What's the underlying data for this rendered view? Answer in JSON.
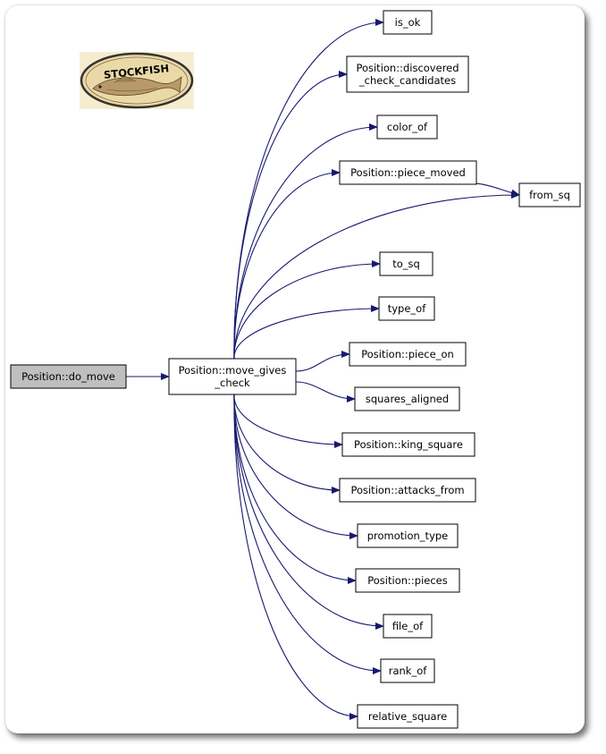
{
  "logo": {
    "text": "STOCKFISH",
    "icon": "stockfish-fish-logo",
    "colors": {
      "text": "#2a2a2a",
      "fish": "#b89a6a",
      "background": "#ead9a8",
      "ellipse": "#333333"
    }
  },
  "diagram": {
    "type": "call-graph",
    "edge_color": "#191970",
    "root_fill": "#bfbfbf",
    "nodes": [
      {
        "id": "do_move",
        "lines": [
          "Position::do_move"
        ],
        "root": true
      },
      {
        "id": "move_gives_check",
        "lines": [
          "Position::move_gives",
          "_check"
        ]
      },
      {
        "id": "is_ok",
        "lines": [
          "is_ok"
        ]
      },
      {
        "id": "discovered",
        "lines": [
          "Position::discovered",
          "_check_candidates"
        ]
      },
      {
        "id": "color_of",
        "lines": [
          "color_of"
        ]
      },
      {
        "id": "piece_moved",
        "lines": [
          "Position::piece_moved"
        ]
      },
      {
        "id": "from_sq",
        "lines": [
          "from_sq"
        ]
      },
      {
        "id": "to_sq",
        "lines": [
          "to_sq"
        ]
      },
      {
        "id": "type_of",
        "lines": [
          "type_of"
        ]
      },
      {
        "id": "piece_on",
        "lines": [
          "Position::piece_on"
        ]
      },
      {
        "id": "squares_aligned",
        "lines": [
          "squares_aligned"
        ]
      },
      {
        "id": "king_square",
        "lines": [
          "Position::king_square"
        ]
      },
      {
        "id": "attacks_from",
        "lines": [
          "Position::attacks_from"
        ]
      },
      {
        "id": "promotion_type",
        "lines": [
          "promotion_type"
        ]
      },
      {
        "id": "pieces",
        "lines": [
          "Position::pieces"
        ]
      },
      {
        "id": "file_of",
        "lines": [
          "file_of"
        ]
      },
      {
        "id": "rank_of",
        "lines": [
          "rank_of"
        ]
      },
      {
        "id": "relative_square",
        "lines": [
          "relative_square"
        ]
      }
    ],
    "edges": [
      {
        "from": "do_move",
        "to": "move_gives_check"
      },
      {
        "from": "move_gives_check",
        "to": "is_ok"
      },
      {
        "from": "move_gives_check",
        "to": "discovered"
      },
      {
        "from": "move_gives_check",
        "to": "color_of"
      },
      {
        "from": "move_gives_check",
        "to": "piece_moved"
      },
      {
        "from": "move_gives_check",
        "to": "from_sq"
      },
      {
        "from": "piece_moved",
        "to": "from_sq"
      },
      {
        "from": "move_gives_check",
        "to": "to_sq"
      },
      {
        "from": "move_gives_check",
        "to": "type_of"
      },
      {
        "from": "move_gives_check",
        "to": "piece_on"
      },
      {
        "from": "move_gives_check",
        "to": "squares_aligned"
      },
      {
        "from": "move_gives_check",
        "to": "king_square"
      },
      {
        "from": "move_gives_check",
        "to": "attacks_from"
      },
      {
        "from": "move_gives_check",
        "to": "promotion_type"
      },
      {
        "from": "move_gives_check",
        "to": "pieces"
      },
      {
        "from": "move_gives_check",
        "to": "file_of"
      },
      {
        "from": "move_gives_check",
        "to": "rank_of"
      },
      {
        "from": "move_gives_check",
        "to": "relative_square"
      }
    ]
  }
}
